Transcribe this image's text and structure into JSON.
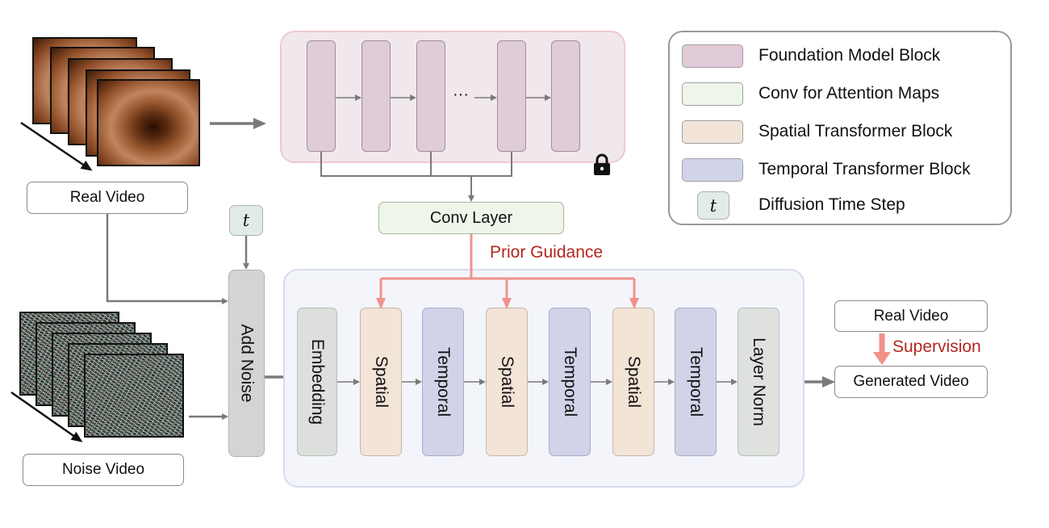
{
  "inputs": {
    "real_video_label": "Real Video",
    "noise_video_label": "Noise Video"
  },
  "foundation_model": {
    "ellipsis": "···",
    "lock_icon": "lock-icon"
  },
  "conv_layer_label": "Conv Layer",
  "prior_guidance_label": "Prior Guidance",
  "time_step_symbol": "t",
  "add_noise_label": "Add Noise",
  "diffusion_blocks": [
    {
      "label": "Embedding",
      "kind": "embedding"
    },
    {
      "label": "Spatial",
      "kind": "spatial"
    },
    {
      "label": "Temporal",
      "kind": "temporal"
    },
    {
      "label": "Spatial",
      "kind": "spatial"
    },
    {
      "label": "Temporal",
      "kind": "temporal"
    },
    {
      "label": "Spatial",
      "kind": "spatial"
    },
    {
      "label": "Temporal",
      "kind": "temporal"
    },
    {
      "label": "Layer Norm",
      "kind": "layernorm"
    }
  ],
  "outputs": {
    "real_video_label": "Real Video",
    "supervision_label": "Supervision",
    "generated_video_label": "Generated Video"
  },
  "legend": {
    "items": [
      {
        "label": "Foundation Model Block",
        "color": "#e0cbd8"
      },
      {
        "label": "Conv for Attention Maps",
        "color": "#eef5e9"
      },
      {
        "label": "Spatial Transformer Block",
        "color": "#f3e4d8"
      },
      {
        "label": "Temporal Transformer Block",
        "color": "#d1d4e8"
      }
    ],
    "time_step_symbol": "t",
    "time_step_label": "Diffusion Time Step"
  },
  "colors": {
    "guidance_arrow": "#f0928a",
    "flow_arrow": "#7a7a7a",
    "guidance_text": "#b3261e"
  }
}
